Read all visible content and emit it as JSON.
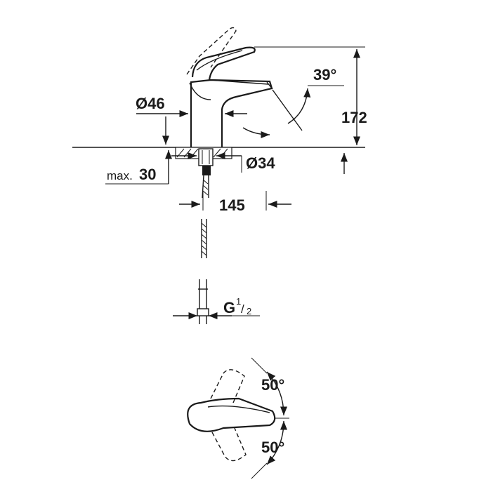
{
  "dimensions": {
    "diameter_body": "Ø46",
    "diameter_hole": "Ø34",
    "angle_lever": "39°",
    "height": "172",
    "max_prefix": "max.",
    "max_value": "30",
    "reach": "145",
    "thread_main": "G",
    "thread_num": "1",
    "thread_den": "2",
    "rot_left": "50°",
    "rot_right": "50°"
  }
}
